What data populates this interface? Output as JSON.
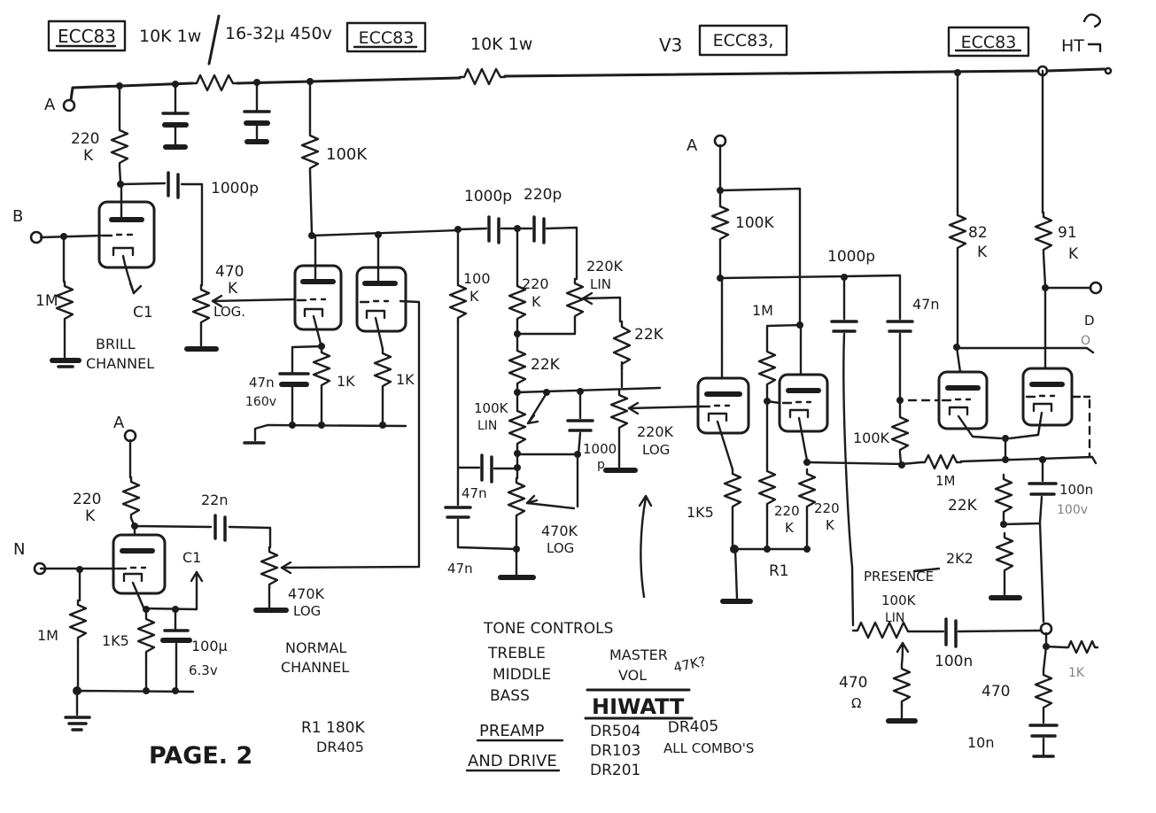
{
  "doc": {
    "kind": "hand-drawn amplifier schematic",
    "page_note": "PAGE. 2"
  },
  "t": {
    "box1": "ECC83",
    "dropper1": "10K 1w",
    "filter": "16-32μ 450v",
    "box2": "ECC83",
    "dropper2": "10K 1w",
    "v3": "V3",
    "box3": "ECC83,",
    "box4": "ECC83",
    "ht": "HT",
    "a": "A",
    "b": "B",
    "n": "N",
    "d": "D",
    "o": "O",
    "brill_220": "220",
    "brill_220u": "K",
    "brill_1m": "1M",
    "brill_c1": "C1",
    "brill1": "BRILL",
    "brill2": "CHANNEL",
    "brill_cap": "1000p",
    "brill_pot": "470",
    "brill_potu": "K",
    "brill_potl": "LOG.",
    "v2_100k": "100K",
    "v2_47n": "47n",
    "v2_160v": "160v",
    "v2_1k_a": "1K",
    "v2_1k_b": "1K",
    "ts_1000p": "1000p",
    "ts_220p": "220p",
    "ts_100": "100",
    "ts_100u": "K",
    "ts_220": "220",
    "ts_220u": "K",
    "ts_220k_lin": "220K",
    "ts_lin": "LIN",
    "ts_22k_a": "22K",
    "ts_22k_b": "22K",
    "ts_100k_lin": "100K",
    "ts_100k_linu": "LIN",
    "ts_1000": "1000",
    "ts_1000u": "p",
    "ts_mv_220k": "220K",
    "ts_mv_log": "LOG",
    "ts_47n_a": "47n",
    "ts_470k": "470K",
    "ts_470k_log": "LOG",
    "ts_47n_b": "47n",
    "nc_220": "220",
    "nc_220u": "K",
    "nc_22n": "22n",
    "nc_1m": "1M",
    "nc_1k5": "1K5",
    "nc_100u": "100μ",
    "nc_63v": "6.3v",
    "nc_c1": "C1",
    "nc_470k": "470K",
    "nc_log": "LOG",
    "nc1": "NORMAL",
    "nc2": "CHANNEL",
    "page": "PAGE. 2",
    "r1a": "R1 180K",
    "r1b": "DR405",
    "tone": "TONE CONTROLS",
    "treble": "TREBLE",
    "middle": "MIDDLE",
    "bass": "BASS",
    "preamp": "PREAMP",
    "drive": "AND DRIVE",
    "master": "MASTER",
    "vol": "VOL",
    "q47k": "47K?",
    "hiwatt": "HIWATT",
    "dr504": "DR504",
    "dr405": "DR405",
    "dr103": "DR103",
    "combos": "ALL COMBO'S",
    "dr201": "DR201",
    "v3_100k": "100K",
    "v3_1000p": "1000p",
    "v3_47n": "47n",
    "v3_1m": "1M",
    "v3_fb100k": "100K",
    "v3_1k5": "1K5",
    "v3_220a": "220",
    "v3_220au": "K",
    "v3_220b": "220",
    "v3_220bu": "K",
    "v3_r1": "R1",
    "pi_82": "82",
    "pi_82u": "K",
    "pi_91": "91",
    "pi_91u": "K",
    "pi_1m": "1M",
    "pi_22k": "22K",
    "pi_2k2": "2K2",
    "pi_100n": "100n",
    "pi_100v": "100v",
    "pr_name": "PRESENCE",
    "pr_100k": "100K",
    "pr_lin": "LIN",
    "pr_470": "470",
    "pr_ohm": "Ω",
    "pr_100n": "100n",
    "out_470": "470",
    "out_10n": "10n",
    "out_1k": "1K"
  }
}
